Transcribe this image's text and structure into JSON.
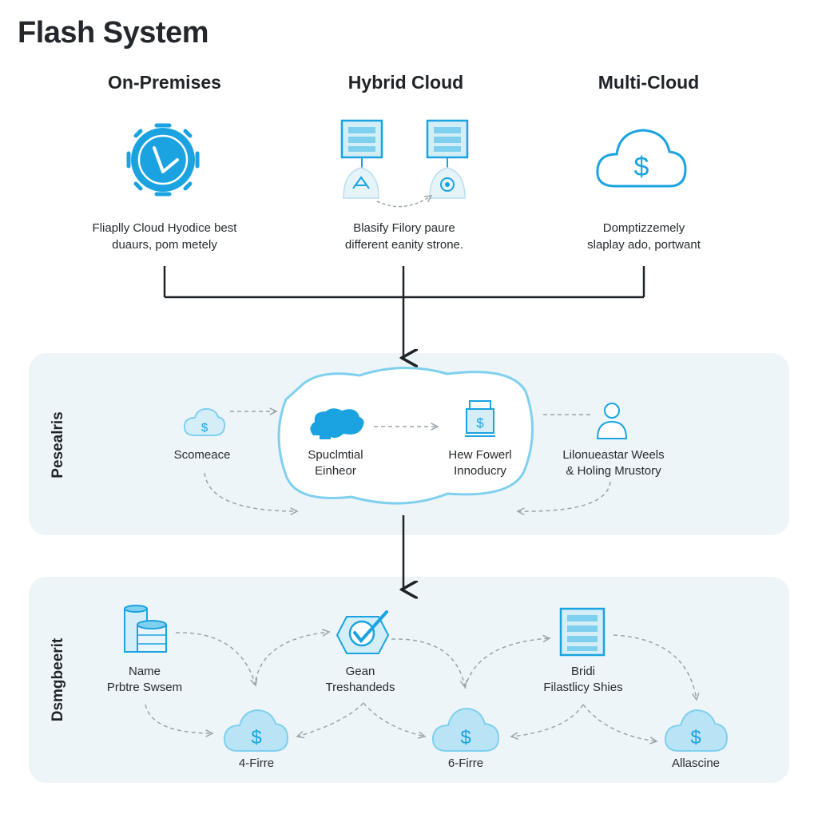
{
  "title": "Flash System",
  "columns": [
    {
      "heading": "On-Premises",
      "desc": [
        "Fliaplly Cloud Hyodice best",
        "duaurs, pom metely"
      ],
      "icon": "clock-gear-icon"
    },
    {
      "heading": "Hybrid Cloud",
      "desc": [
        "Blasify Filory paure",
        "different eanity strone."
      ],
      "icon": "servers-sync-icon"
    },
    {
      "heading": "Multi-Cloud",
      "desc": [
        "Domptizzemely",
        "slaplay ado, portwant"
      ],
      "icon": "dollar-cloud-icon"
    }
  ],
  "panel1": {
    "label": "Pesealris",
    "nodes": [
      {
        "text": [
          "Scomeace"
        ],
        "icon": "dollar-cloud-icon"
      },
      {
        "text": [
          "Spuclmtial",
          "Einheor"
        ],
        "icon": "cloud-cluster-icon"
      },
      {
        "text": [
          "Hew Fowerl",
          "Innoducry"
        ],
        "icon": "dollar-register-icon"
      },
      {
        "text": [
          "Lilonueastar Weels",
          "& Holing Mrustory"
        ],
        "icon": "user-icon"
      }
    ]
  },
  "panel2": {
    "label": "Dsmgbeerit",
    "nodes": [
      {
        "text": [
          "Name",
          "Prbtre Swsem"
        ],
        "icon": "database-icon"
      },
      {
        "text": [
          "Gean",
          "Treshandeds"
        ],
        "icon": "checkmark-shield-icon"
      },
      {
        "text": [
          "Bridi",
          "Filastlicy Shies"
        ],
        "icon": "server-rack-icon"
      }
    ],
    "clouds": [
      {
        "text": "4-Firre",
        "icon": "dollar-cloud-icon"
      },
      {
        "text": "6-Firre",
        "icon": "dollar-cloud-icon"
      },
      {
        "text": "Allascine",
        "icon": "dollar-cloud-icon"
      }
    ]
  },
  "colors": {
    "accent": "#1aa3e0",
    "light": "#7fd0ee",
    "fill": "#d4eef8",
    "panel": "#eef5f9",
    "line": "#1f2328",
    "dash": "#9aa4ab"
  }
}
